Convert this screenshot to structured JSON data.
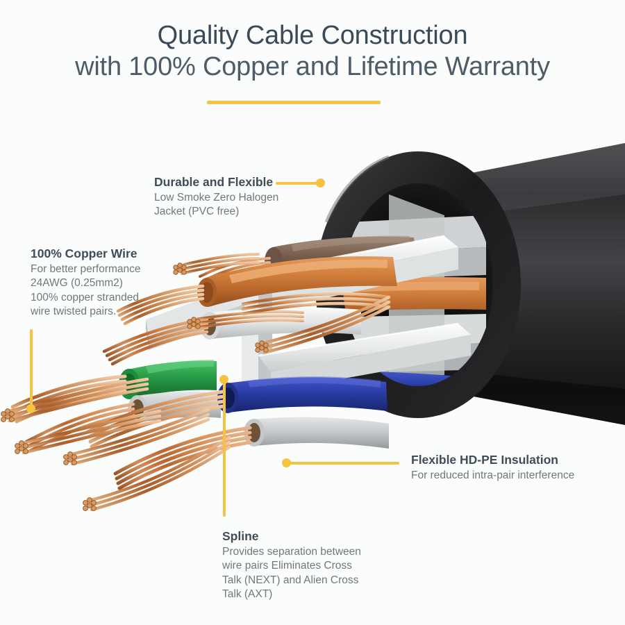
{
  "page": {
    "background_color": "#fbfcfc",
    "accent_color": "#f5c242",
    "heading_color": "#3b4a57",
    "body_text_color": "#72777b"
  },
  "header": {
    "title_line_1": "Quality Cable Construction",
    "title_line_2": "with 100% Copper and Lifetime Warranty"
  },
  "callouts": [
    {
      "id": "durable",
      "heading": "Durable and Flexible",
      "body_lines": [
        "Low Smoke Zero Halogen",
        "Jacket (PVC free)"
      ]
    },
    {
      "id": "copper",
      "heading": "100% Copper Wire",
      "body_lines": [
        "For better performance",
        "24AWG (0.25mm2)",
        "100% copper stranded",
        "wire twisted pairs."
      ]
    },
    {
      "id": "insulation",
      "heading": "Flexible HD-PE Insulation",
      "body_lines": [
        "For reduced intra-pair interference"
      ]
    },
    {
      "id": "spline",
      "heading": "Spline",
      "body_lines": [
        "Provides separation between",
        "wire pairs Eliminates Cross",
        "Talk (NEXT) and Alien Cross",
        "Talk (AXT)"
      ]
    }
  ],
  "illustration": {
    "name": "cat6-ethernet-cable-cutaway",
    "jacket_color": "#1d1d1f",
    "spline_color": "#e9eaea",
    "copper_color": "#c2763c",
    "wire_colors": {
      "orange": "#c87a3a",
      "brown": "#7a6150",
      "green": "#2e9e4a",
      "blue": "#2a3fa8",
      "white": "#e4e6e7",
      "gray": "#b9bcbe"
    }
  }
}
